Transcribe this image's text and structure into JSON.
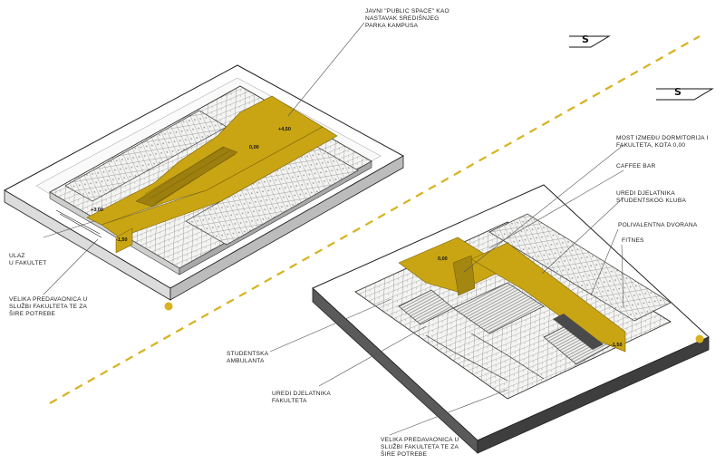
{
  "labels": {
    "public_space": "JAVNI \"PUBLIC SPACE\" KAO\nNASTAVAK SREDIŠNJEG\nPARKA KAMPUSA",
    "ulaz": "ULAZ\nU FAKULTET",
    "predavaonica_top": "VELIKA PREDAVAONICA U\nSLUŽBI FAKULTETA TE ZA\nŠIRE POTREBE",
    "most": "MOST IZMEĐU DORMITORIJA I\nFAKULTETA, KOTA 0,00",
    "caffee": "CAFFEE BAR",
    "uredi_klub": "UREDI DJELATNIKA\nSTUDENTSKOG KLUBA",
    "dvorana": "POLIVALENTNA DVORANA",
    "fitnes": "FITNES",
    "ambulanta": "STUDENTSKA\nAMBULANTA",
    "uredi_fakultet": "UREDI DJELATNIKA\nFAKULTETA",
    "predavaonica_bottom": "VELIKA PREDAVAONICA U\nSLUŽBI FAKULTETA TE ZA\nŠIRE POTREBE"
  },
  "levels": {
    "top_a": "+4,50",
    "top_b": "0,00",
    "top_c": "+3,00",
    "top_d": "-1,50",
    "bottom_a": "0,00",
    "bottom_b": "-1,50"
  },
  "north_arrows": [
    "S",
    "S"
  ],
  "colors": {
    "accent": "#c9a514",
    "dashed_line": "#d8b21e",
    "leader": "#555555",
    "outline": "#222222"
  }
}
